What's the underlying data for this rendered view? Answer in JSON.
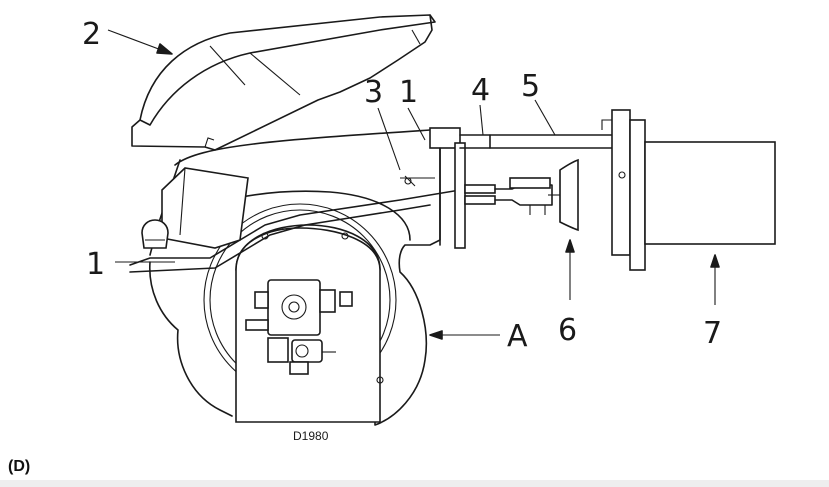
{
  "figure": {
    "callouts": {
      "c1_top": "1",
      "c1_left": "1",
      "c2": "2",
      "c3": "3",
      "c4": "4",
      "c5": "5",
      "c6": "6",
      "c7": "7",
      "cA": "A"
    },
    "drawing_code": "D1980",
    "caption": "(D)"
  }
}
